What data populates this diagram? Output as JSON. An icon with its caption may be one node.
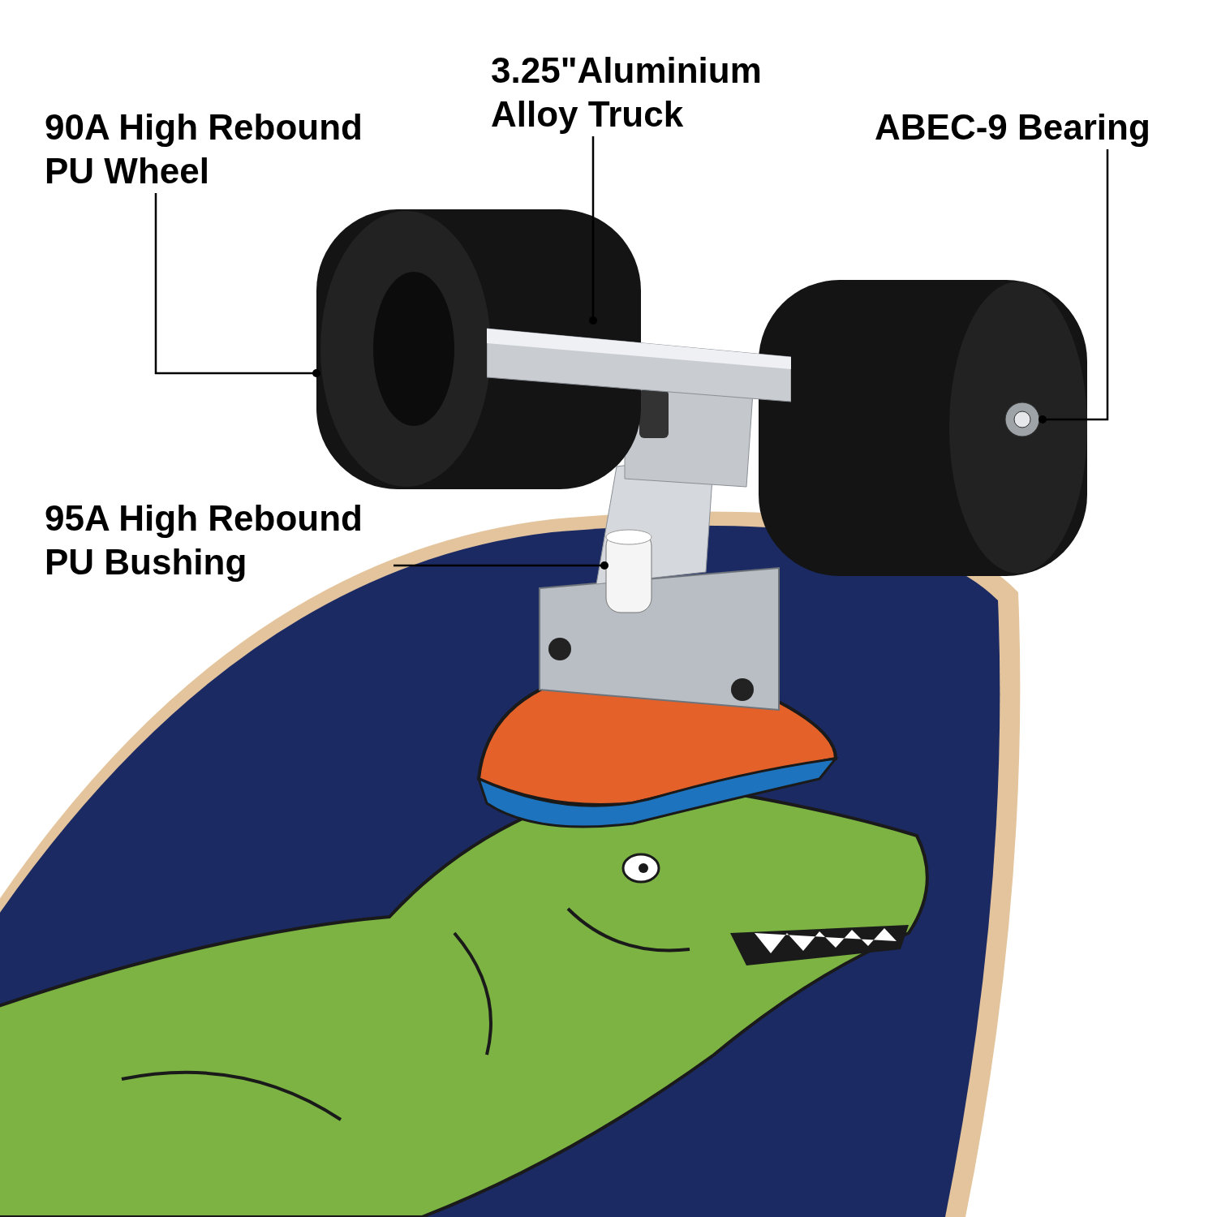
{
  "diagram": {
    "nodes": [
      {
        "text": [
          "90A High Rebound PU Wheel"
        ]
      },
      {
        "text": [
          "3.25\"Aluminium Alloy Truck"
        ]
      },
      {
        "text": [
          "ABEC-9 Bearing"
        ]
      },
      {
        "text": [
          "95A High Rebound PU Bushing"
        ]
      },
      {
        "text": [],
        "shape": "picture"
      },
      {
        "text": [],
        "shape": "picture"
      },
      {
        "text": [],
        "shape": "picture"
      },
      {
        "text": [],
        "shape": "picture"
      }
    ],
    "edges": [
      {
        "from": 0,
        "to": 4,
        "arrow": "other"
      },
      {
        "from": 1,
        "to": 5,
        "arrow": "other"
      },
      {
        "from": 2,
        "to": 6,
        "arrow": "other"
      },
      {
        "from": 3,
        "to": 7,
        "arrow": "other"
      }
    ]
  }
}
